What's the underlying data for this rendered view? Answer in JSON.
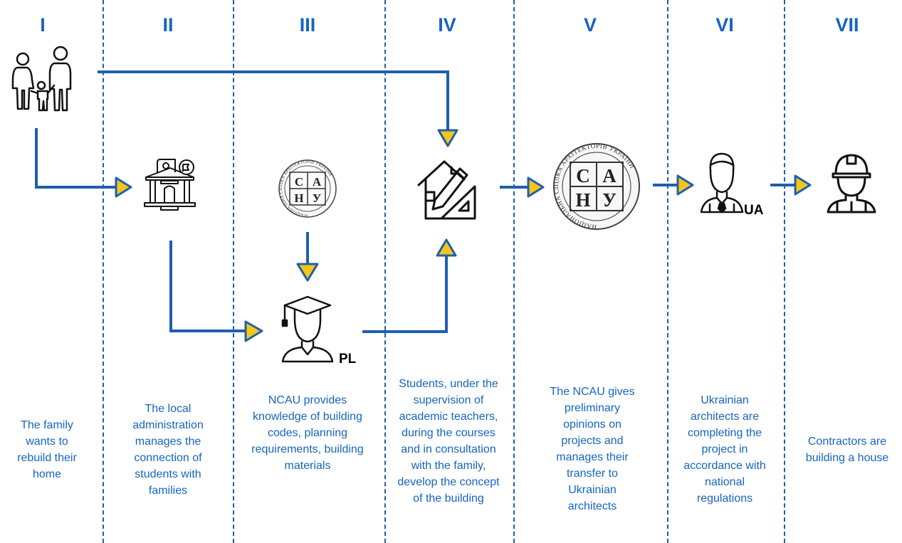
{
  "stages": [
    {
      "num": "I",
      "description": "The family wants to rebuild their home"
    },
    {
      "num": "II",
      "description": "The local administration manages the connection of students with families"
    },
    {
      "num": "III",
      "description": "NCAU provides knowledge of building codes, planning requirements, building materials"
    },
    {
      "num": "IV",
      "description": "Students, under the supervision of academic teachers, during the courses and in consultation with the family, develop the concept of the building"
    },
    {
      "num": "V",
      "description": "The NCAU gives preliminary opinions on projects and manages their transfer to Ukrainian architects"
    },
    {
      "num": "VI",
      "description": "Ukrainian architects are completing the project in accordance with national regulations"
    },
    {
      "num": "VII",
      "description": "Contractors are building a house"
    }
  ],
  "tags": {
    "student": "PL",
    "architect": "UA"
  },
  "logo": {
    "ring_text": "НАЦІОНАЛЬНА СПІЛКА АРХІТЕКТОРІВ УКРАЇНИ",
    "cells": [
      "С",
      "А",
      "Н",
      "У"
    ]
  },
  "colors": {
    "line": "#1f5fad",
    "arrowhead": "#f5c518",
    "text": "#1565c0",
    "icon": "#111111"
  }
}
